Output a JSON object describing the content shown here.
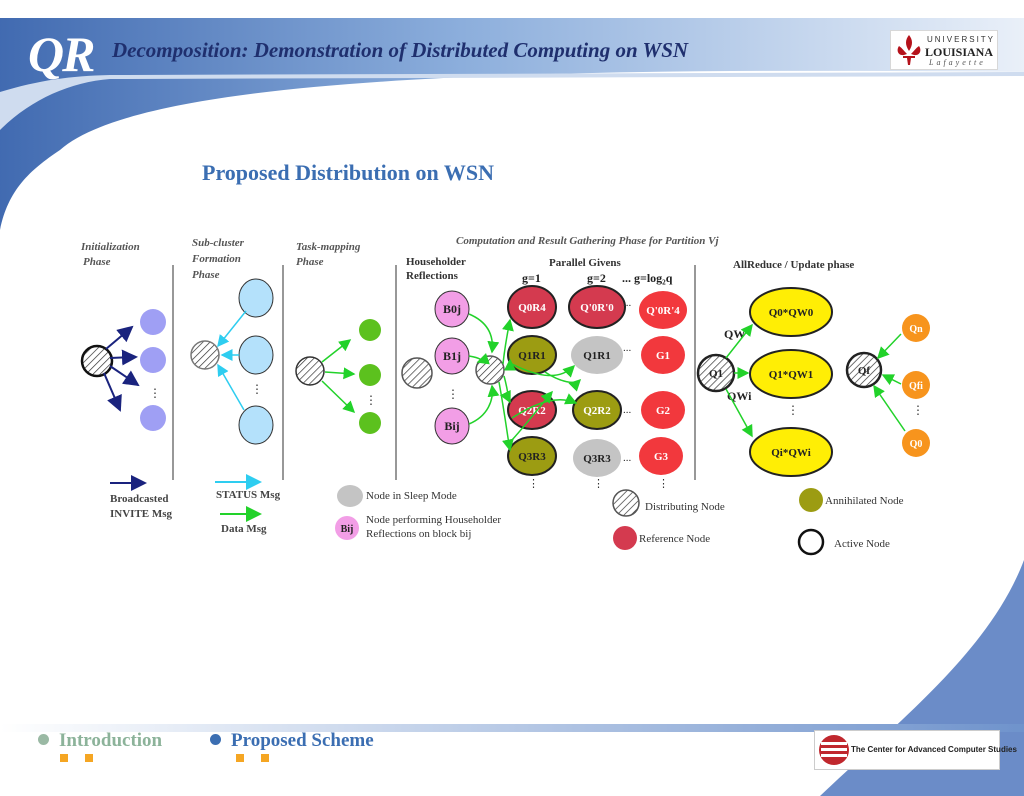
{
  "header": {
    "logo_text": "QR",
    "title": "Decomposition: Demonstration of Distributed Computing on WSN",
    "university": {
      "line1": "UNIVERSITY",
      "line2": "LOUISIANA",
      "line3": "Lafayette"
    }
  },
  "slide": {
    "subtitle": "Proposed Distribution on WSN"
  },
  "diagram": {
    "phases": {
      "init": [
        "Initialization",
        "Phase"
      ],
      "subcluster": [
        "Sub-cluster",
        "Formation",
        "Phase"
      ],
      "taskmap": [
        "Task-mapping",
        "Phase"
      ],
      "computation": "Computation and Result Gathering Phase for Partition Vj",
      "householder": [
        "Householder",
        "Reflections"
      ],
      "givens": "Parallel Givens",
      "allreduce": "AllReduce / Update phase"
    },
    "g_labels": {
      "g1": "g=1",
      "g2": "g=2",
      "glog": "... g=log₂q"
    },
    "nodes": {
      "b0j": "B0j",
      "b1j": "B1j",
      "bij": "Bij",
      "q0r4": "Q0R4",
      "q0pr0": "Q'0R'0",
      "q0pa4": "Q'0R'4",
      "q1r1a": "Q1R1",
      "q1r1b": "Q1R1",
      "g1": "G1",
      "q2r2": "Q2R2",
      "q2r2b": "Q2R2",
      "g2": "G2",
      "q3r3": "Q3R3",
      "q3r3b": "Q3R3",
      "g3": "G3",
      "qr_center": "Q1",
      "q0qw0": "Q0*QW0",
      "q1qw1": "Q1*QW1",
      "qiqwi": "Qi*QWi",
      "qf_center": "Qf",
      "qn": "Qn",
      "qfi": "Qfi",
      "q0": "Q0",
      "qw": "QW",
      "qwi": "QWi"
    },
    "legend": {
      "broadcast": [
        "Broadcasted",
        "INVITE Msg"
      ],
      "status": "STATUS Msg",
      "data": "Data Msg",
      "sleep": "Node in Sleep Mode",
      "householder": [
        "Node performing Householder",
        "Reflections on block bij"
      ],
      "householder_sym": "Bij",
      "distributing": "Distributing Node",
      "reference": "Reference Node",
      "annihilated": "Annihilated Node",
      "active": "Active  Node"
    },
    "colors": {
      "navy": "#1a237e",
      "cyan": "#2ecdf0",
      "green": "#22d22a",
      "lavender": "#9f9ff4",
      "lightblue": "#b4e1fb",
      "leafgreen": "#5cc11e",
      "pink": "#f29ee6",
      "crimson": "#d43a4f",
      "olive": "#9c9c12",
      "gray": "#c4c4c4",
      "red": "#f2383d",
      "yellow": "#ffee05",
      "orange": "#f7941d"
    }
  },
  "footer": {
    "nav_items": [
      "Introduction",
      "Proposed Scheme"
    ],
    "center_logo_text": "The Center for Advanced Computer Studies"
  }
}
